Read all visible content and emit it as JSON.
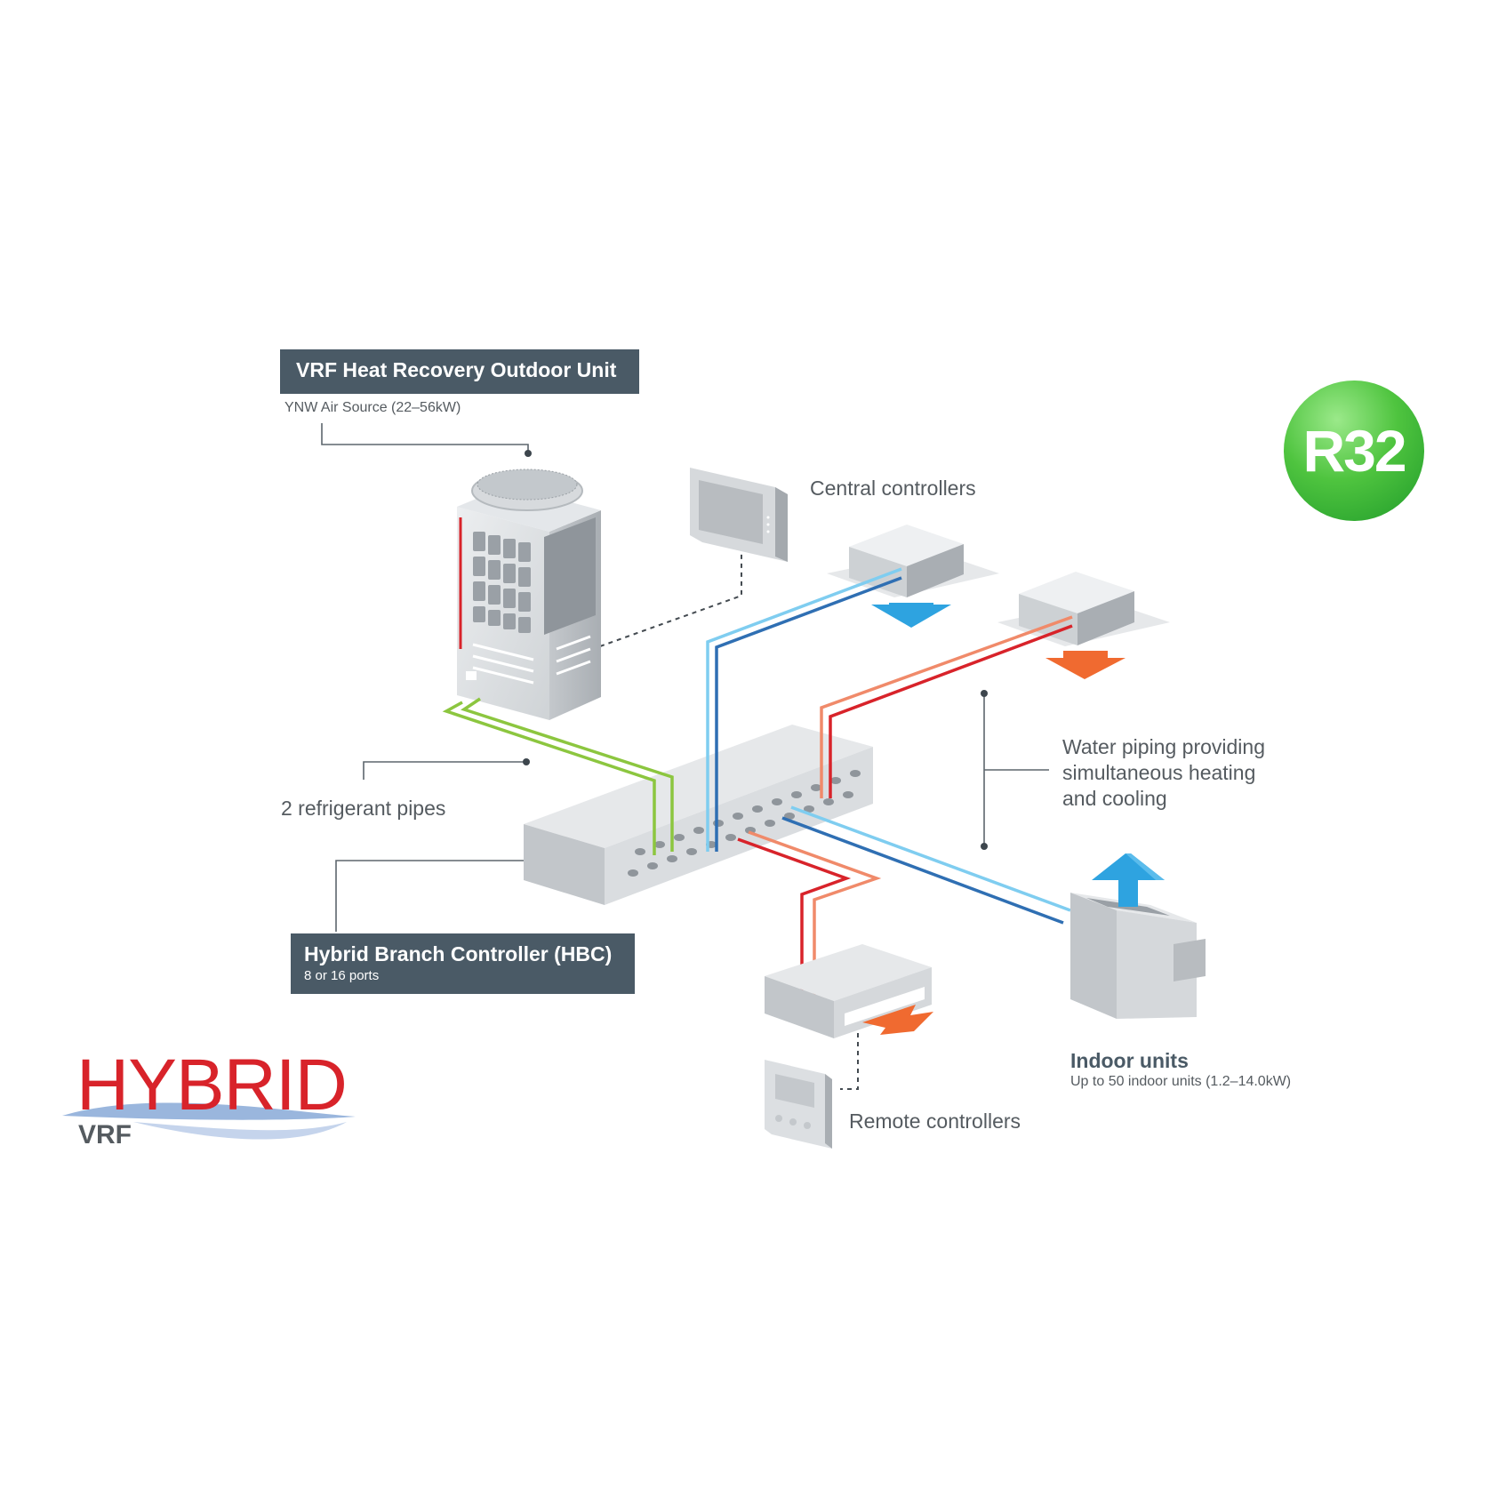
{
  "outdoor_unit": {
    "title": "VRF Heat Recovery Outdoor Unit",
    "subtitle": "YNW Air Source (22–56kW)"
  },
  "central_controllers": {
    "label": "Central controllers"
  },
  "refrigerant": {
    "label": "2 refrigerant pipes"
  },
  "hbc": {
    "title": "Hybrid Branch Controller (HBC)",
    "subtitle": "8 or 16 ports"
  },
  "water_piping": {
    "line1": "Water piping providing",
    "line2": "simultaneous heating",
    "line3": "and cooling"
  },
  "indoor_units": {
    "title": "Indoor units",
    "subtitle": "Up to 50 indoor units (1.2–14.0kW)"
  },
  "remote_controllers": {
    "label": "Remote controllers"
  },
  "badge": {
    "text": "R32",
    "color": "#3db83a"
  },
  "logo": {
    "word1": "HYBRID",
    "word2": "VRF"
  },
  "colors": {
    "box": "#4a5a66",
    "refrigerant_pipe": "#8cc63f",
    "cold_pipe_light": "#7fcdf0",
    "cold_pipe_dark": "#2f6fb3",
    "hot_pipe_light": "#f08a6a",
    "hot_pipe_dark": "#d8232a",
    "cool_arrow": "#2ea3e0",
    "heat_arrow": "#f06a30"
  }
}
